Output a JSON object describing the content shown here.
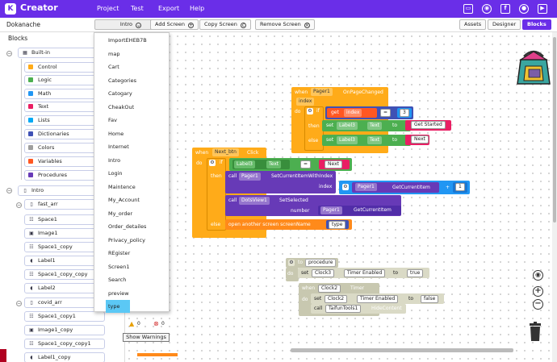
{
  "app": {
    "title": "Creator",
    "logo_letter": "K"
  },
  "menu": [
    "Project",
    "Test",
    "Export",
    "Help"
  ],
  "toolbar_icons": [
    "folder-icon",
    "github-icon",
    "facebook-icon",
    "community-icon",
    "video-icon"
  ],
  "project": {
    "name": "Dokanache",
    "current_screen": "Intro"
  },
  "actions": {
    "add_screen": "Add Screen",
    "copy_screen": "Copy Screen",
    "remove_screen": "Remove Screen"
  },
  "views": {
    "assets": "Assets",
    "designer": "Designer",
    "blocks": "Blocks"
  },
  "sidebar": {
    "title": "Blocks",
    "builtin_label": "Built-in",
    "builtin": [
      {
        "label": "Control",
        "color": "#ffab19"
      },
      {
        "label": "Logic",
        "color": "#4caf50"
      },
      {
        "label": "Math",
        "color": "#2196f3"
      },
      {
        "label": "Text",
        "color": "#e91e63"
      },
      {
        "label": "Lists",
        "color": "#03a9f4"
      },
      {
        "label": "Dictionaries",
        "color": "#3f51b5"
      },
      {
        "label": "Colors",
        "color": "#9e9e9e"
      },
      {
        "label": "Variables",
        "color": "#ff5722"
      },
      {
        "label": "Procedures",
        "color": "#673ab7"
      }
    ],
    "screen_label": "Intro",
    "fast_arr": {
      "label": "fast_arr",
      "children": [
        "Space1",
        "Image1",
        "Space1_copy",
        "Label1",
        "Space1_copy_copy",
        "Label2"
      ]
    },
    "covid_arr": {
      "label": "covid_arr",
      "children": [
        "Space1_copy1",
        "Image1_copy",
        "Space1_copy_copy1",
        "Label1_copy"
      ]
    }
  },
  "dropdown": {
    "items": [
      "ImportEHEB7B",
      "map",
      "Cart",
      "Categories",
      "Catogary",
      "CheakOut",
      "Fav",
      "Home",
      "Internet",
      "Intro",
      "Login",
      "Maintence",
      "My_Account",
      "My_order",
      "Order_detailes",
      "Privacy_policy",
      "REgister",
      "Screen1",
      "Search",
      "preview",
      "type"
    ],
    "selected": "type"
  },
  "warnings": {
    "warn_count": "0",
    "error_count": "0",
    "show_label": "Show Warnings"
  },
  "blocks": {
    "pager_event": {
      "when": "when",
      "component": "Pager1",
      "event": "OnPageChanged",
      "param": "index",
      "do": "do",
      "if": "if",
      "get": "get",
      "get_var": "index",
      "eq": "=",
      "num": "3",
      "then": "then",
      "else": "else",
      "set": "set",
      "comp": "Label3",
      "prop": "Text",
      "to": "to",
      "then_text": "Get Started",
      "else_text": "Next"
    },
    "next_click": {
      "when": "when",
      "component": "Next_btn",
      "event": "Click",
      "do": "do",
      "if": "if",
      "cond_comp": "Label3",
      "cond_prop": "Text",
      "eq": "=",
      "cond_text": "Next",
      "then": "then",
      "call1": "call",
      "call1_comp": "Pager1",
      "call1_method": "SetCurrentItemWithIndex",
      "index_label": "index",
      "pager_comp": "Pager1",
      "pager_prop": "GetCurrentItem",
      "plus": "+",
      "one": "1",
      "call2": "call",
      "call2_comp": "DotsView1",
      "call2_method": "SetSelected",
      "number_label": "number",
      "number_comp": "Pager1",
      "number_method": "GetCurrentItem",
      "else": "else",
      "open_screen": "open another screen  screenName",
      "screen_value": "type"
    },
    "procedure": {
      "to": "to",
      "name": "procedure",
      "do": "do",
      "set": "set",
      "comp": "Clock3",
      "prop": "Timer Enabled",
      "to_kw": "to",
      "value": "true"
    },
    "clock_timer": {
      "when": "when",
      "component": "Clock2",
      "event": "Timer",
      "do": "do",
      "set": "set",
      "comp": "Clock2",
      "prop": "Timer Enabled",
      "to_kw": "to",
      "value": "false",
      "call": "call",
      "call_comp": "TaifunTools1",
      "call_method": "HideContent"
    }
  }
}
